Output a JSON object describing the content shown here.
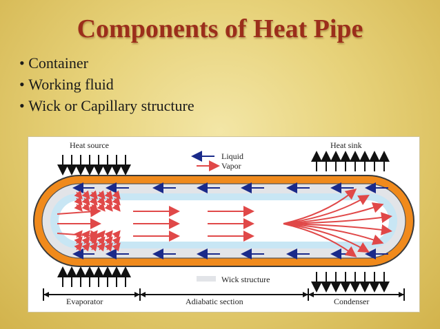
{
  "slide": {
    "title": "Components of Heat Pipe",
    "bullets": [
      "Container",
      "Working fluid",
      "Wick or Capillary structure"
    ]
  },
  "diagram": {
    "labels": {
      "heat_source": "Heat source",
      "heat_sink": "Heat sink",
      "evaporator": "Evaporator",
      "adiabatic": "Adiabatic section",
      "condenser": "Condenser"
    },
    "legend": {
      "liquid": "Liquid",
      "vapor": "Vapor",
      "wick": "Wick structure"
    },
    "colors": {
      "container": "#f08a1c",
      "container_outline": "#3a3a3a",
      "wick": "#e2e4e8",
      "vapor_core": "#c8e6f4",
      "liquid_arrow": "#1a2a8a",
      "vapor_arrow": "#e04848"
    }
  }
}
